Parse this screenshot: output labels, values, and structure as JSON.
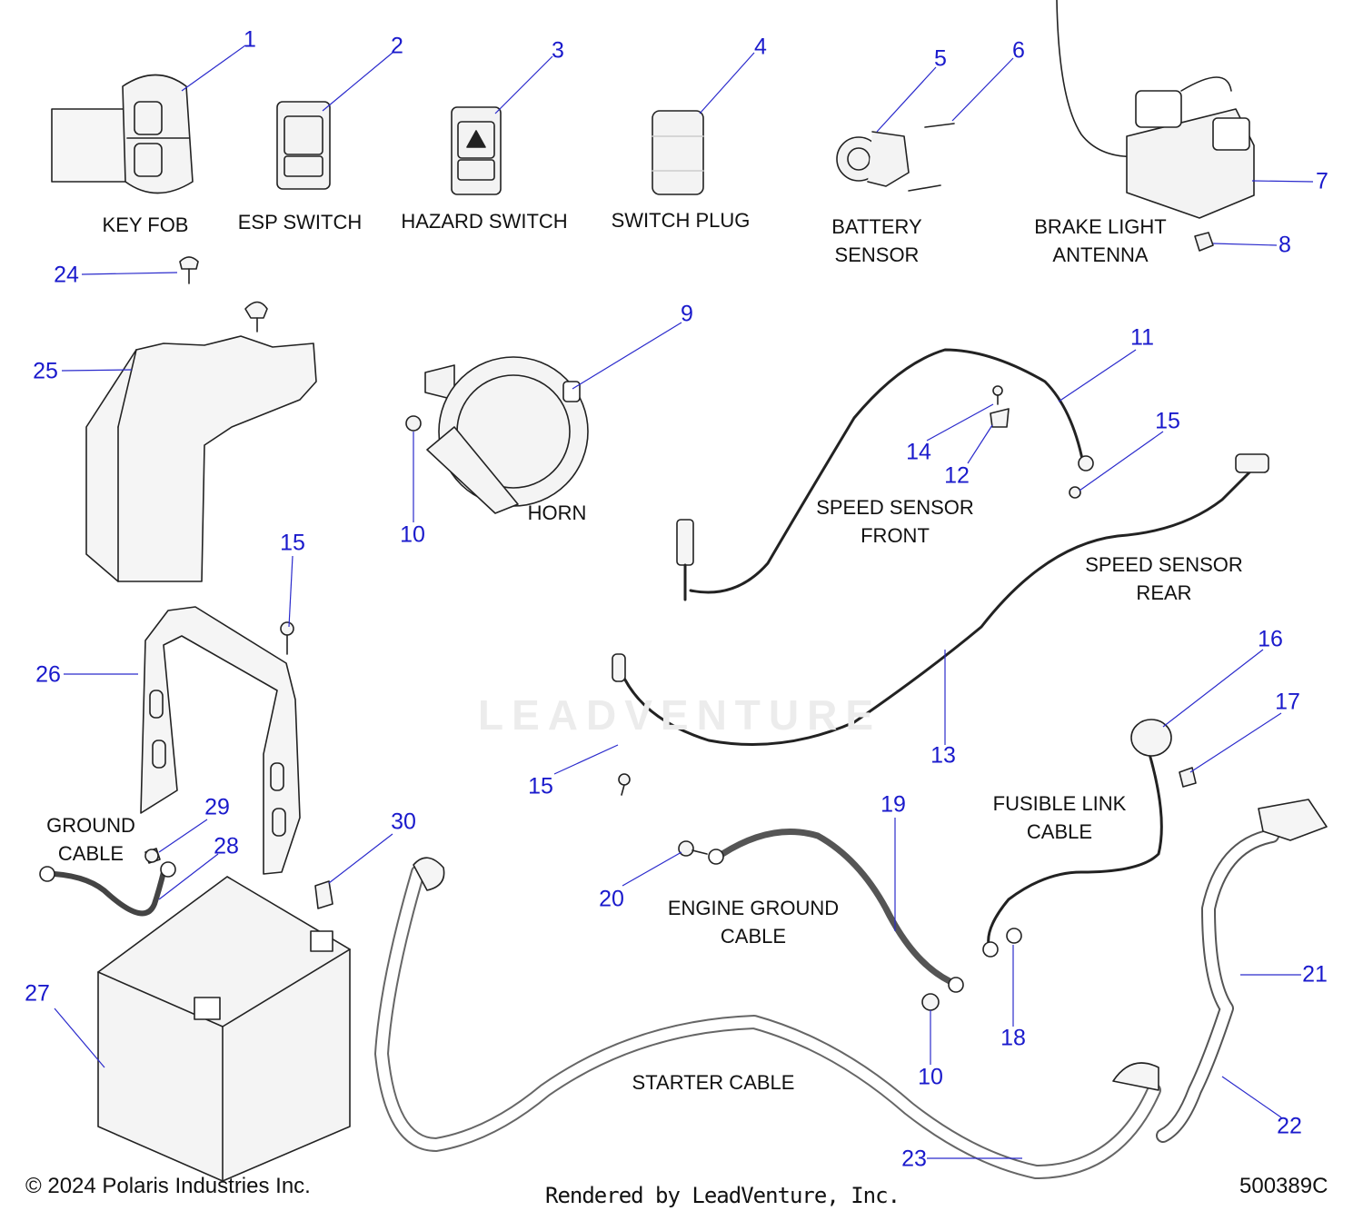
{
  "labels": {
    "key_fob": "KEY FOB",
    "esp_switch": "ESP SWITCH",
    "hazard_switch": "HAZARD SWITCH",
    "switch_plug": "SWITCH PLUG",
    "battery_sensor": [
      "BATTERY",
      "SENSOR"
    ],
    "brake_light_antenna": [
      "BRAKE LIGHT",
      "ANTENNA"
    ],
    "horn": "HORN",
    "speed_sensor_front": [
      "SPEED SENSOR",
      "FRONT"
    ],
    "speed_sensor_rear": [
      "SPEED SENSOR",
      "REAR"
    ],
    "fusible_link_cable": [
      "FUSIBLE LINK",
      "CABLE"
    ],
    "ground_cable": [
      "GROUND",
      "CABLE"
    ],
    "engine_ground_cable": [
      "ENGINE GROUND",
      "CABLE"
    ],
    "starter_cable": "STARTER CABLE"
  },
  "callouts": {
    "c1": "1",
    "c2": "2",
    "c3": "3",
    "c4": "4",
    "c5": "5",
    "c6": "6",
    "c7": "7",
    "c8": "8",
    "c9": "9",
    "c10a": "10",
    "c10b": "10",
    "c11": "11",
    "c12": "12",
    "c13": "13",
    "c14": "14",
    "c15a": "15",
    "c15b": "15",
    "c15c": "15",
    "c16": "16",
    "c17": "17",
    "c18": "18",
    "c19": "19",
    "c20": "20",
    "c21": "21",
    "c22": "22",
    "c23": "23",
    "c24": "24",
    "c25": "25",
    "c26": "26",
    "c27": "27",
    "c28": "28",
    "c29": "29",
    "c30": "30"
  },
  "footer": {
    "copyright": "© 2024 Polaris Industries Inc.",
    "rendered_by": "Rendered by LeadVenture, Inc.",
    "diagram_id": "500389C"
  },
  "watermark": "LEADVENTURE",
  "colors": {
    "callout": "#1a1acc",
    "leader": "#2a2acc",
    "line": "#222222"
  }
}
